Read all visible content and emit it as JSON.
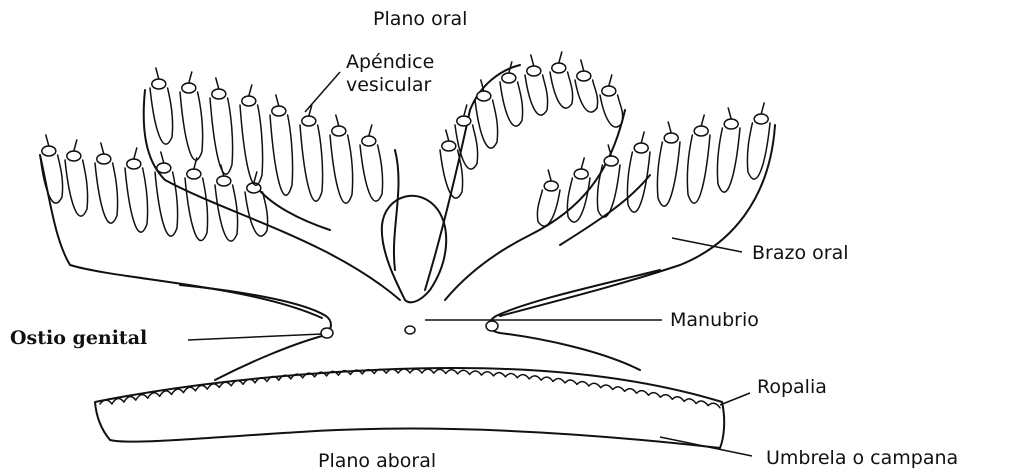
{
  "labels": {
    "plano_oral": "Plano oral",
    "apendice_vesicular": [
      "Apéndice",
      "vesicular"
    ],
    "brazo_oral": "Brazo oral",
    "manubrio": "Manubrio",
    "ostio_genital": "Ostio genital",
    "ropalia": "Ropalia",
    "umbrela": "Umbrela o campana",
    "plano_aboral": "Plano aboral"
  }
}
